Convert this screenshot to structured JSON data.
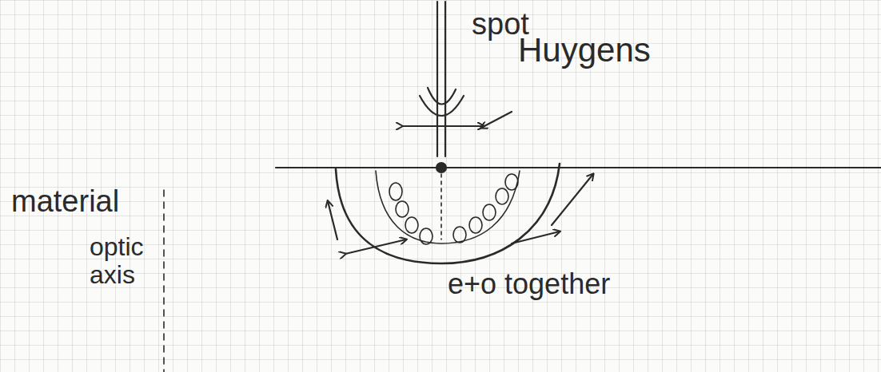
{
  "diagram": {
    "labels": [
      "spot",
      "Huygens",
      "material",
      "optic axis",
      "e+o together"
    ]
  }
}
